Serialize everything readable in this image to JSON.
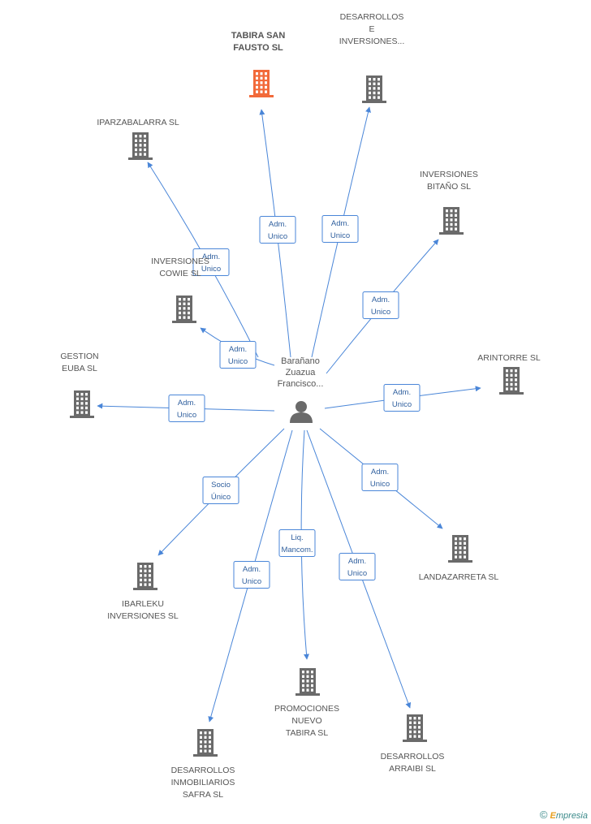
{
  "center": {
    "name_lines": [
      "Barañano",
      "Zuazua",
      "Francisco..."
    ],
    "icon": "person-icon"
  },
  "nodes": [
    {
      "id": "tabira",
      "lines": [
        "TABIRA SAN",
        "FAUSTO SL"
      ],
      "highlight": true,
      "role_lines": [
        "Adm.",
        "Unico"
      ]
    },
    {
      "id": "desarrollos_inversiones",
      "lines": [
        "DESARROLLOS",
        "E",
        "INVERSIONES..."
      ],
      "highlight": false,
      "role_lines": [
        "Adm.",
        "Unico"
      ]
    },
    {
      "id": "iparzabalarra",
      "lines": [
        "IPARZABALARRA SL"
      ],
      "highlight": false,
      "role_lines": [
        "Adm.",
        "Unico"
      ]
    },
    {
      "id": "bitano",
      "lines": [
        "INVERSIONES",
        "BITAÑO SL"
      ],
      "highlight": false,
      "role_lines": [
        "Adm.",
        "Unico"
      ]
    },
    {
      "id": "cowie",
      "lines": [
        "INVERSIONES",
        "COWIE SL"
      ],
      "highlight": false,
      "role_lines": [
        "Adm.",
        "Unico"
      ]
    },
    {
      "id": "arintorre",
      "lines": [
        "ARINTORRE SL"
      ],
      "highlight": false,
      "role_lines": [
        "Adm.",
        "Unico"
      ]
    },
    {
      "id": "gestion_euba",
      "lines": [
        "GESTION",
        "EUBA SL"
      ],
      "highlight": false,
      "role_lines": [
        "Adm.",
        "Unico"
      ]
    },
    {
      "id": "landazarreta",
      "lines": [
        "LANDAZARRETA SL"
      ],
      "highlight": false,
      "role_lines": [
        "Adm.",
        "Unico"
      ]
    },
    {
      "id": "ibarleku",
      "lines": [
        "IBARLEKU",
        "INVERSIONES SL"
      ],
      "highlight": false,
      "role_lines": [
        "Socio",
        "Único"
      ]
    },
    {
      "id": "promociones",
      "lines": [
        "PROMOCIONES",
        "NUEVO",
        "TABIRA SL"
      ],
      "highlight": false,
      "role_lines": [
        "Liq.",
        "Mancom."
      ]
    },
    {
      "id": "safra",
      "lines": [
        "DESARROLLOS",
        "INMOBILIARIOS",
        "SAFRA SL"
      ],
      "highlight": false,
      "role_lines": [
        "Adm.",
        "Unico"
      ]
    },
    {
      "id": "arraibi",
      "lines": [
        "DESARROLLOS",
        "ARRAIBI SL"
      ],
      "highlight": false,
      "role_lines": [
        "Adm.",
        "Unico"
      ]
    }
  ],
  "colors": {
    "edge": "#4a86d8",
    "building": "#6a6a6a",
    "building_highlight": "#f26a3a",
    "label": "#555555"
  },
  "watermark": {
    "copyright": "©",
    "brand_first": "E",
    "brand_rest": "mpresia"
  }
}
